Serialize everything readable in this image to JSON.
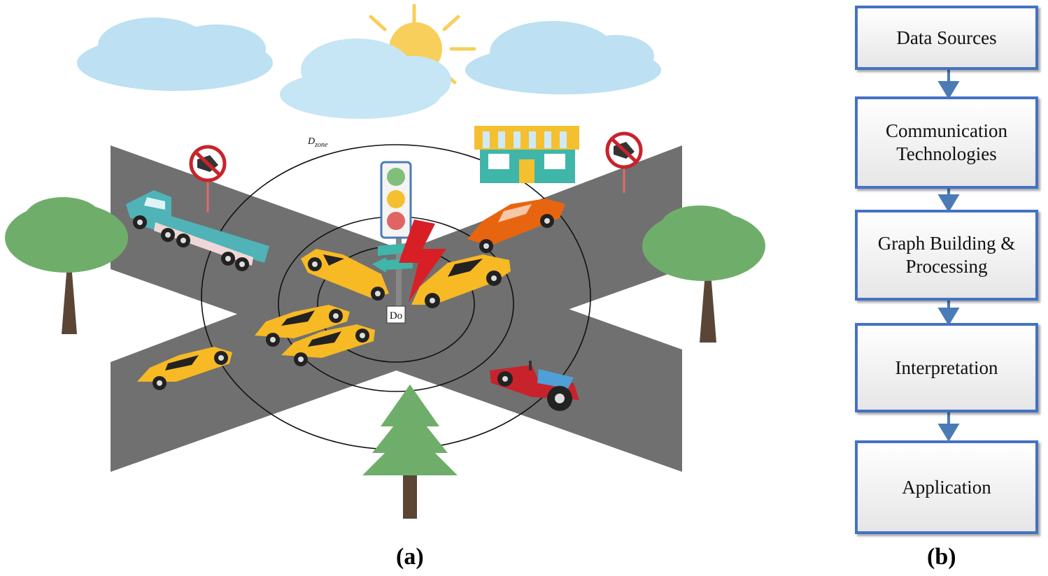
{
  "panel_a": {
    "label": "(a)",
    "zone_label": "D",
    "zone_label_sub": "zone",
    "origin_label": "Do"
  },
  "panel_b": {
    "label": "(b)",
    "steps": [
      {
        "label": "Data Sources"
      },
      {
        "label": "Communication\nTechnologies"
      },
      {
        "label": "Graph Building &\nProcessing"
      },
      {
        "label": "Interpretation"
      },
      {
        "label": "Application"
      }
    ]
  },
  "colors": {
    "road": "#707070",
    "taxi": "#f7b924",
    "orange_car": "#e8650f",
    "truck": "#4fb3b8",
    "tractor": "#c8232c",
    "tree": "#6fae6a",
    "trunk": "#5b4636",
    "cloud": "#bde0f2",
    "sun": "#f7cf5a",
    "flow_border": "#4472c4",
    "lightning": "#d81f26"
  },
  "icons": [
    "sun-icon",
    "cloud-icon",
    "tree-icon",
    "pine-tree-icon",
    "traffic-light-icon",
    "store-icon",
    "no-horn-sign-icon",
    "truck-icon",
    "taxi-icon",
    "tractor-icon",
    "lightning-icon"
  ]
}
